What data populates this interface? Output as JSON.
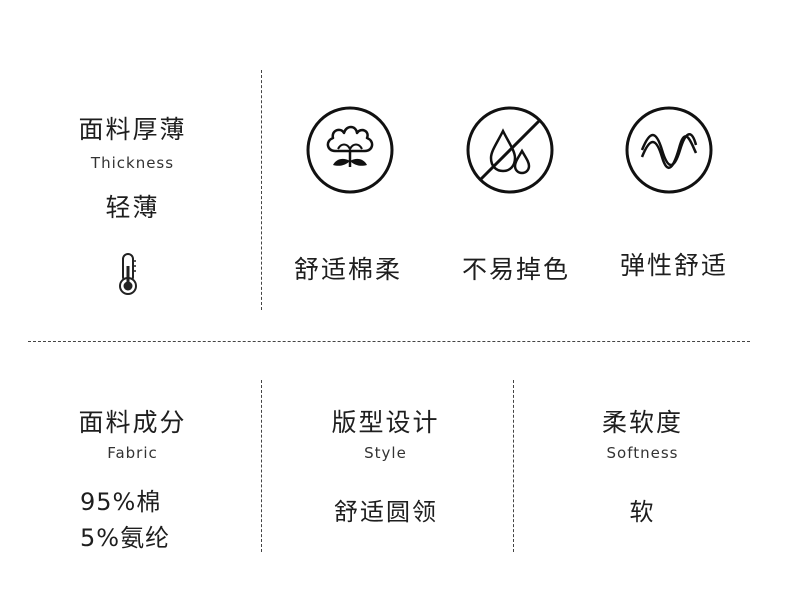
{
  "thickness": {
    "title_zh": "面料厚薄",
    "title_en": "Thickness",
    "value": "轻薄",
    "icon": "thermometer-icon"
  },
  "features": [
    {
      "label": "舒适棉柔",
      "icon": "cotton-flower-icon"
    },
    {
      "label": "不易掉色",
      "icon": "no-drops-icon"
    },
    {
      "label": "弹性舒适",
      "icon": "elastic-wave-icon"
    }
  ],
  "fabric": {
    "title_zh": "面料成分",
    "title_en": "Fabric",
    "line1": "95%棉",
    "line2": "5%氨纶"
  },
  "style": {
    "title_zh": "版型设计",
    "title_en": "Style",
    "value": "舒适圆领"
  },
  "softness": {
    "title_zh": "柔软度",
    "title_en": "Softness",
    "value": "软"
  },
  "colors": {
    "line": "#444444",
    "text": "#1e1e1e"
  }
}
